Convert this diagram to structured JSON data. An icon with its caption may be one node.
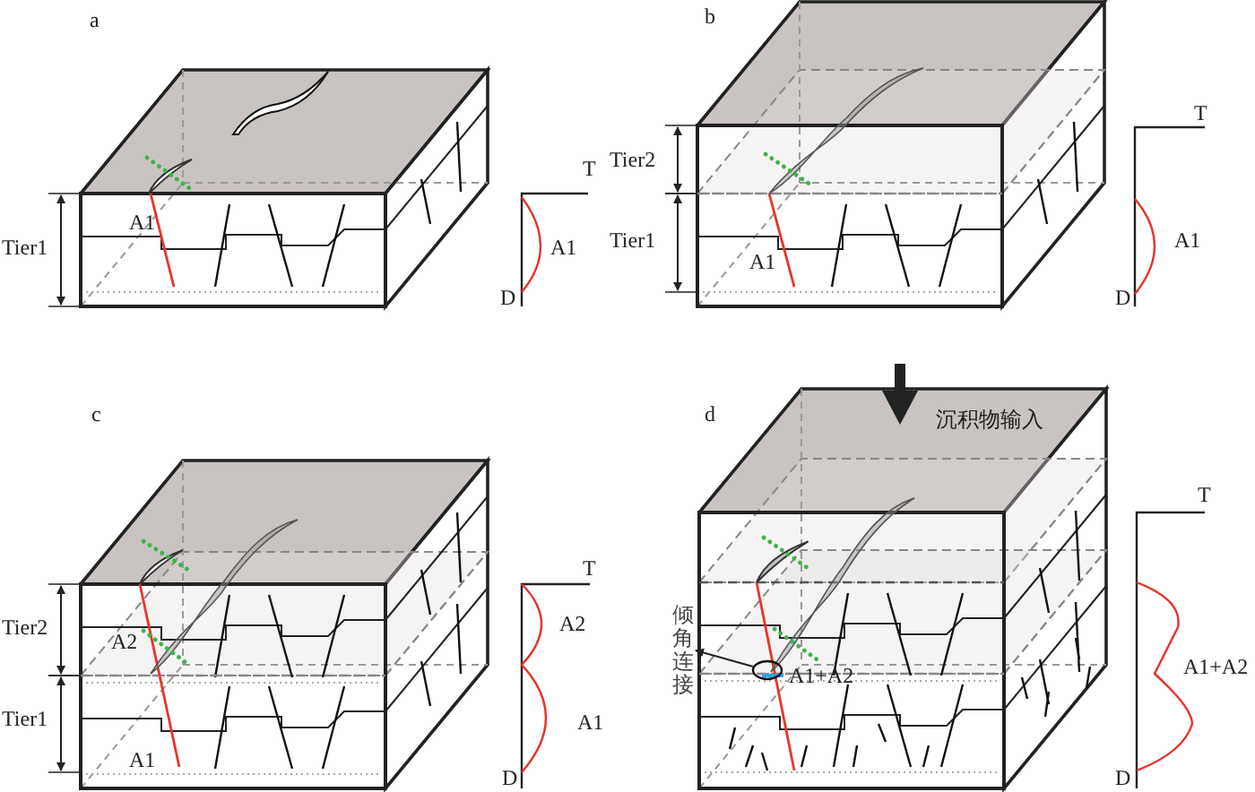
{
  "diagram": {
    "nodes": [
      {
        "text": [
          "倾角连接"
        ]
      },
      {
        "text": [],
        "shape": "circle"
      }
    ],
    "edges": [
      {
        "from": 1,
        "to": 0,
        "arrow": "to"
      }
    ],
    "labels": [
      "a",
      "T",
      "Tier1",
      "A1",
      "A1",
      "D",
      "b",
      "T",
      "Tier2",
      "Tier1",
      "A1",
      "A1",
      "D",
      "c",
      "T",
      "Tier2",
      "A2",
      "Tier1",
      "A1",
      "A2",
      "A1",
      "D",
      "d",
      "沉积物输入",
      "T",
      "A1+A2",
      "A1+A2",
      "D"
    ]
  }
}
